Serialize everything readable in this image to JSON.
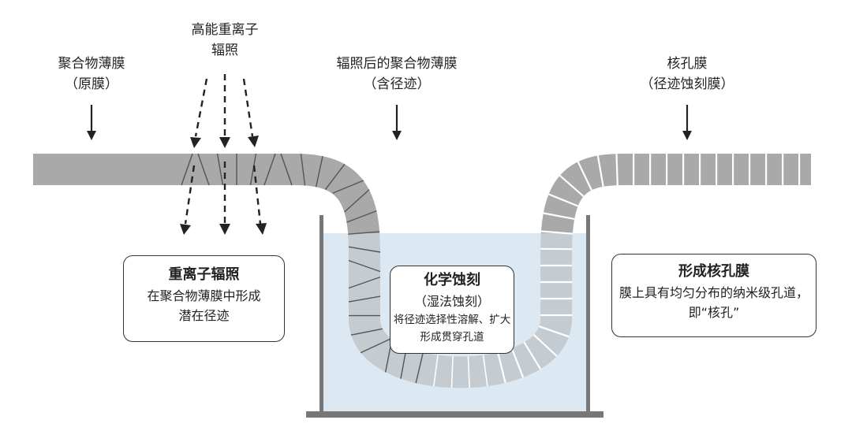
{
  "labels": {
    "film_original": {
      "line1": "聚合物薄膜",
      "line2": "（原膜）"
    },
    "heavy_ion": {
      "line1": "高能重离子",
      "line2": "辐照"
    },
    "irradiated_film": {
      "line1": "辐照后的聚合物薄膜",
      "line2": "（含径迹）"
    },
    "track_membrane": {
      "line1": "核孔膜",
      "line2": "（径迹蚀刻膜）"
    }
  },
  "steps": {
    "irradiation": {
      "title": "重离子辐照",
      "desc_line1": "在聚合物薄膜中形成",
      "desc_line2": "潜在径迹"
    },
    "etching": {
      "title": "化学蚀刻",
      "paren": "（湿法蚀刻）",
      "desc_line1": "将径迹选择性溶解、扩大",
      "desc_line2": "形成贯穿孔道"
    },
    "formation": {
      "title": "形成核孔膜",
      "desc_line1": "膜上具有均匀分布的纳米级孔道，",
      "desc_line2": "即“核孔”"
    }
  },
  "colors": {
    "membrane": "#a9a9a9",
    "track": "#555555",
    "pore": "#ffffff",
    "bath_liquid": "#dce9f3",
    "tank_wall": "#777777",
    "arrow": "#222222"
  }
}
